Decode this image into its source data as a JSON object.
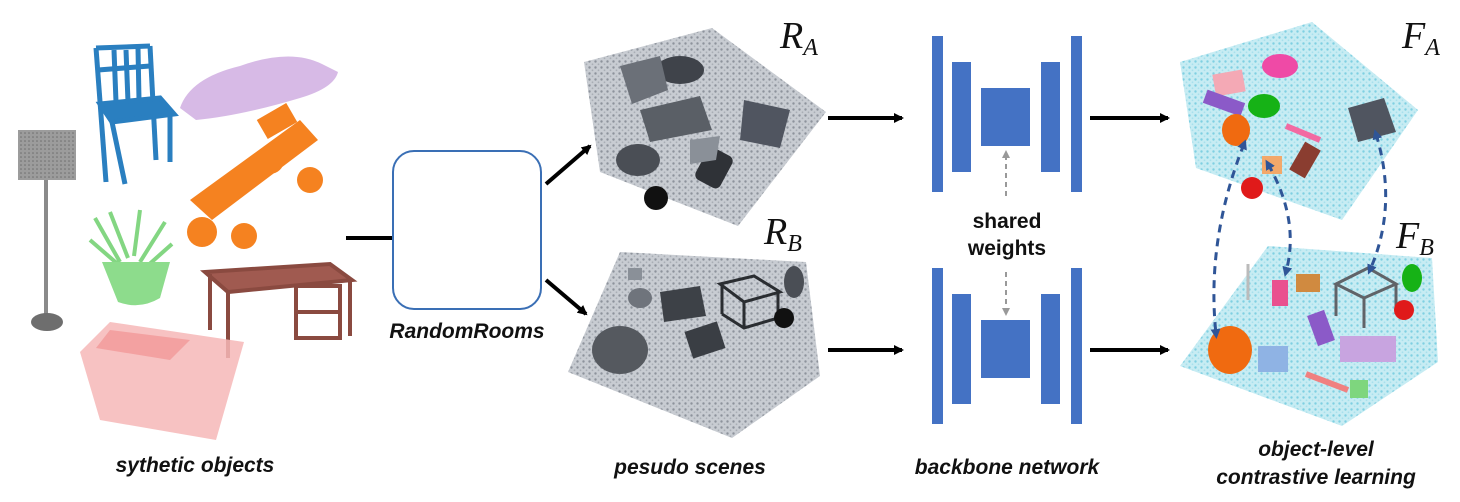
{
  "labels": {
    "synthetic_objects": "sythetic objects",
    "randomrooms": "RandomRooms",
    "pseudo_scenes": "pesudo scenes",
    "backbone": "backbone network",
    "contrastive_line1": "object-level",
    "contrastive_line2": "contrastive learning",
    "shared_line1": "shared",
    "shared_line2": "weights"
  },
  "math": {
    "RA_main": "R",
    "RA_sub": "A",
    "RB_main": "R",
    "RB_sub": "B",
    "FA_main": "F",
    "FA_sub": "A",
    "FB_main": "F",
    "FB_sub": "B"
  },
  "colors": {
    "network_blue": "#4472c4",
    "dashed_blue": "#2f5597",
    "gear_light": "#1fa3e0",
    "gear_dark": "#0d3a66",
    "scene_gray": "#8e95a0",
    "feature_cyan": "#8fd7e6"
  }
}
